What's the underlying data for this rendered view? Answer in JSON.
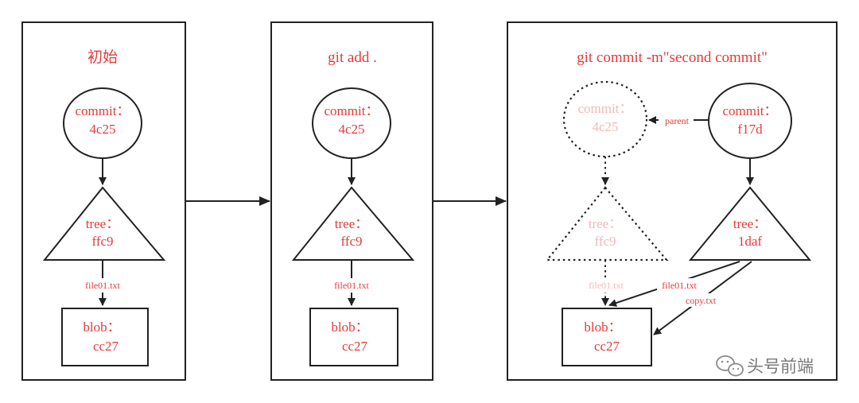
{
  "panels": [
    {
      "title": "初始",
      "commit": {
        "label": "commit：",
        "hash": "4c25"
      },
      "tree": {
        "label": "tree：",
        "hash": "ffc9"
      },
      "edge": "file01.txt",
      "blob": {
        "label": "blob：",
        "hash": "cc27"
      }
    },
    {
      "title": "git add .",
      "commit": {
        "label": "commit：",
        "hash": "4c25"
      },
      "tree": {
        "label": "tree：",
        "hash": "ffc9"
      },
      "edge": "file01.txt",
      "blob": {
        "label": "blob：",
        "hash": "cc27"
      }
    },
    {
      "title": "git commit -m\"second commit\"",
      "old_commit": {
        "label": "commit：",
        "hash": "4c25"
      },
      "old_tree": {
        "label": "tree：",
        "hash": "ffc9"
      },
      "old_edge": "file01.txt",
      "parent_edge": "parent",
      "commit": {
        "label": "commit：",
        "hash": "f17d"
      },
      "tree": {
        "label": "tree：",
        "hash": "1daf"
      },
      "edge_file": "file01.txt",
      "edge_copy": "copy.txt",
      "blob": {
        "label": "blob：",
        "hash": "cc27"
      }
    }
  ],
  "watermark": "头号前端",
  "colors": {
    "accent": "#e83a3a",
    "faded": "#f2b9b9",
    "stroke": "#222222"
  }
}
